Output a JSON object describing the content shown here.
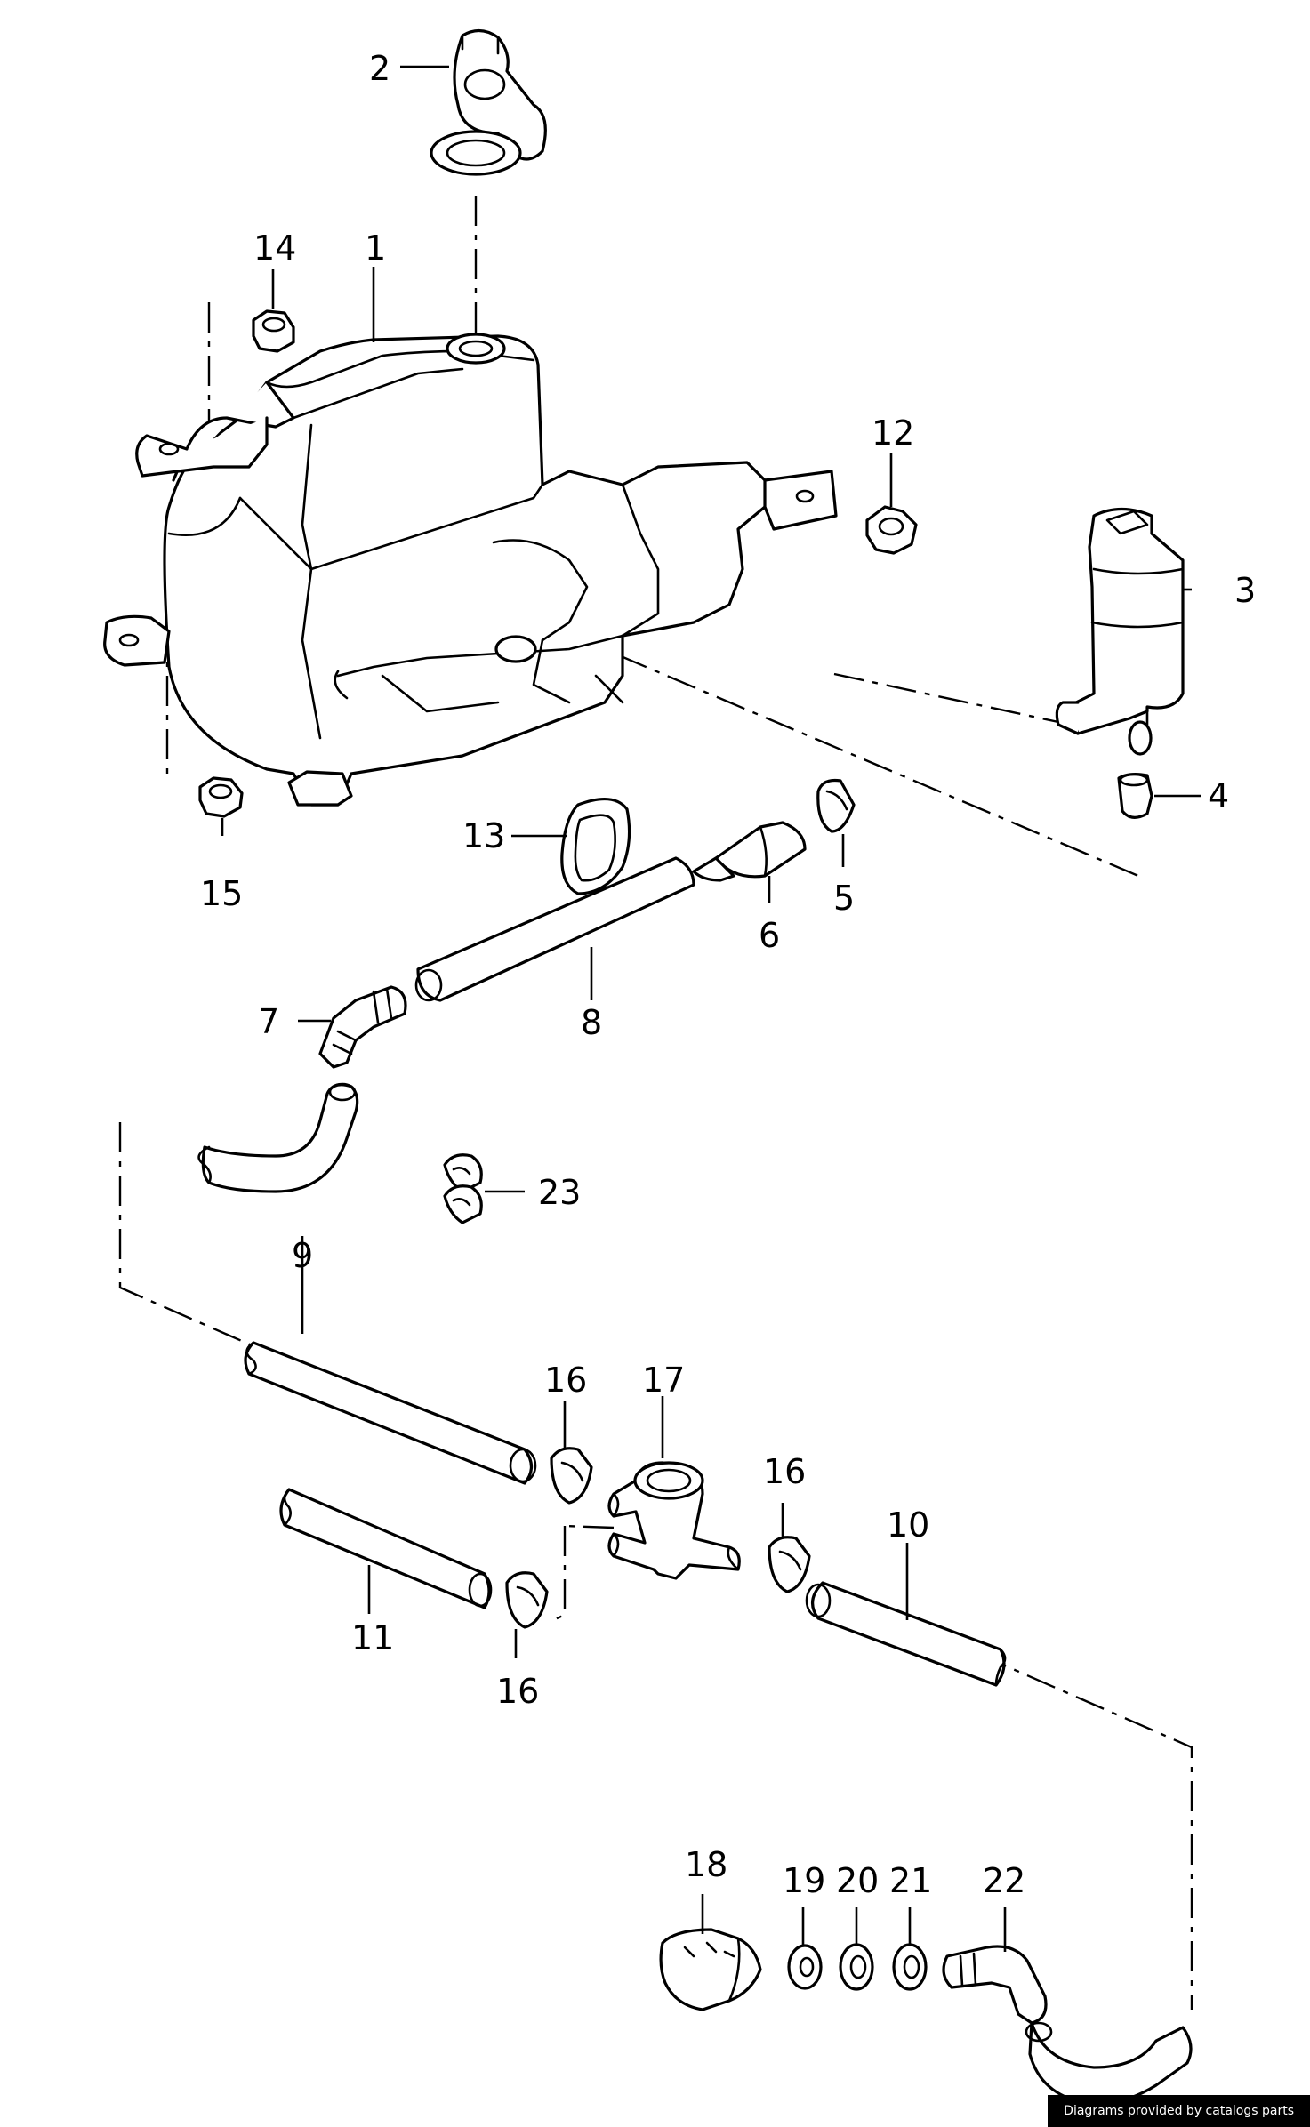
{
  "callouts": {
    "c1": "1",
    "c2": "2",
    "c3": "3",
    "c4": "4",
    "c5": "5",
    "c6": "6",
    "c7": "7",
    "c8": "8",
    "c9": "9",
    "c10": "10",
    "c11": "11",
    "c12": "12",
    "c13": "13",
    "c14": "14",
    "c15": "15",
    "c16a": "16",
    "c16b": "16",
    "c16c": "16",
    "c17": "17",
    "c18": "18",
    "c19": "19",
    "c20": "20",
    "c21": "21",
    "c22": "22",
    "c23": "23"
  },
  "credit": "Diagrams provided by catalogs parts"
}
